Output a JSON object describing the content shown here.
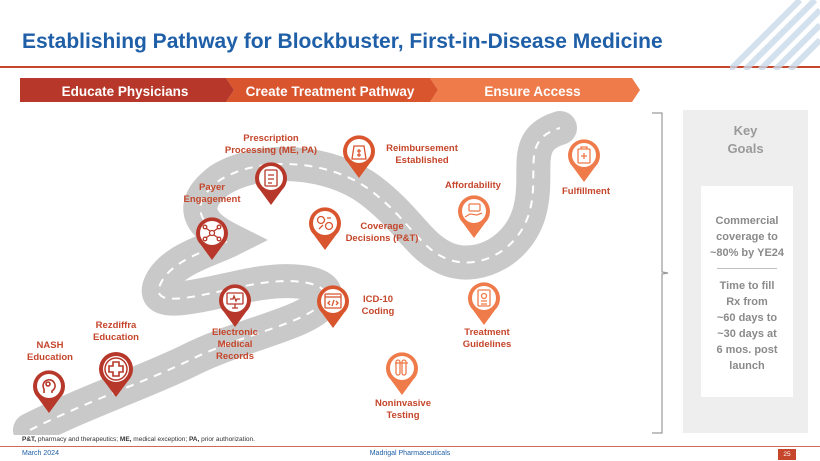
{
  "title": "Establishing Pathway for Blockbuster, First-in-Disease Medicine",
  "phases": [
    "Educate Physicians",
    "Create Treatment Pathway",
    "Ensure Access"
  ],
  "steps": {
    "nash": [
      "NASH",
      "Education"
    ],
    "rezdiffra": [
      "Rezdiffra",
      "Education"
    ],
    "payer": [
      "Payer",
      "Engagement"
    ],
    "prescription": [
      "Prescription",
      "Processing (ME, PA)"
    ],
    "emr": [
      "Electronic",
      "Medical",
      "Records"
    ],
    "coverage": [
      "Coverage",
      "Decisions (P&T)"
    ],
    "reimbursement": [
      "Reimbursement",
      "Established"
    ],
    "icd": [
      "ICD-10",
      "Coding"
    ],
    "noninvasive": [
      "Noninvasive",
      "Testing"
    ],
    "guidelines": [
      "Treatment",
      "Guidelines"
    ],
    "affordability": [
      "Affordability"
    ],
    "fulfillment": [
      "Fulfillment"
    ]
  },
  "icons": {
    "nash": "head-brain-icon",
    "rezdiffra": "medical-cross-icon",
    "payer": "network-icon",
    "prescription": "prescription-clipboard-icon",
    "emr": "monitor-record-icon",
    "coverage": "coverage-gears-icon",
    "reimbursement": "money-bag-icon",
    "icd": "code-window-icon",
    "noninvasive": "test-tubes-icon",
    "guidelines": "guidelines-document-icon",
    "affordability": "hand-money-icon",
    "fulfillment": "pharmacy-bag-icon"
  },
  "goals": {
    "title": [
      "Key",
      "Goals"
    ],
    "goal1": [
      "Commercial",
      "coverage to",
      "~80% by YE24"
    ],
    "goal2": [
      "Time to fill",
      "Rx from",
      "~60 days to",
      "~30 days at",
      "6 mos. post",
      "launch"
    ]
  },
  "footnote": {
    "pt_abbr": "P&T,",
    "pt_text": " pharmacy and therapeutics; ",
    "me_abbr": "ME,",
    "me_text": " medical exception; ",
    "pa_abbr": "PA,",
    "pa_text": " prior authorization."
  },
  "footer": {
    "date": "March 2024",
    "company": "Madrigal Pharmaceuticals",
    "page": "25"
  },
  "colors": {
    "title_blue": "#1f5fa8",
    "phase1": "#b7382a",
    "phase2": "#d9552e",
    "phase3": "#ef7b4b",
    "accent": "#c5462b",
    "road": "#c9c9c9"
  }
}
